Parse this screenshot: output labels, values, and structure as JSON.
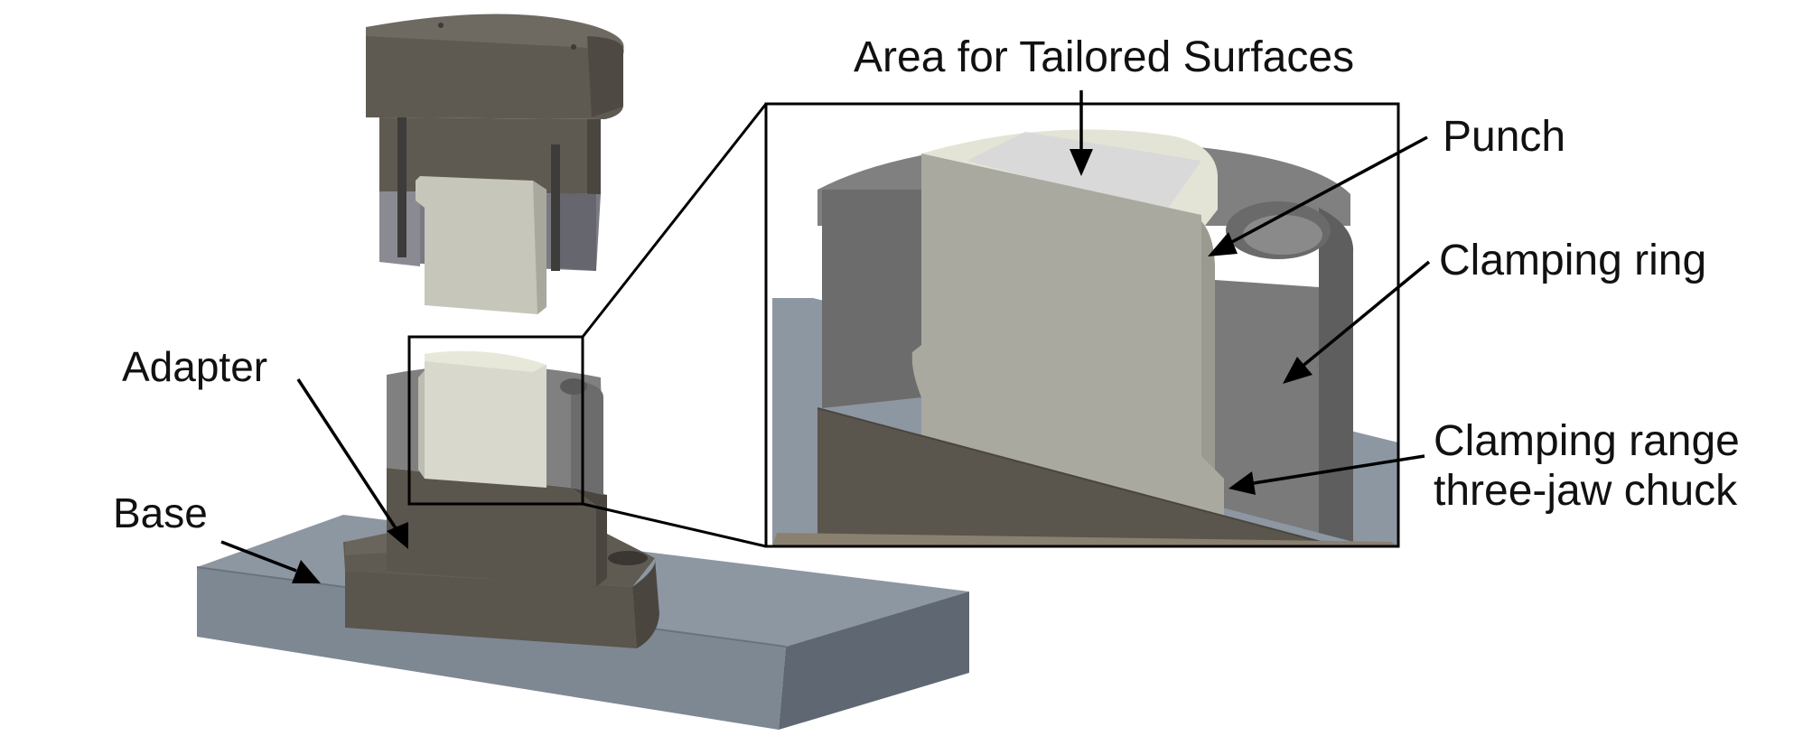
{
  "labels": {
    "area": "Area for Tailored Surfaces",
    "punch": "Punch",
    "clamping_ring": "Clamping ring",
    "clamping_range_line1": "Clamping range",
    "clamping_range_line2": "three-jaw chuck",
    "adapter": "Adapter",
    "base": "Base"
  },
  "colors": {
    "base_top": "#8d97a2",
    "base_front": "#7e8893",
    "base_side": "#5f6872",
    "adapter": "#5a554d",
    "adapter_dark": "#4a463f",
    "ring": "#808080",
    "ring_dark": "#6c6c6c",
    "punch_face": "#a9a9a0",
    "punch_light": "#c9c9bf",
    "punch_top": "#e4e4d6",
    "tailored_area": "#d9d9d9",
    "upper_die": "#5e5a52",
    "upper_die_top": "#6e6a62"
  }
}
